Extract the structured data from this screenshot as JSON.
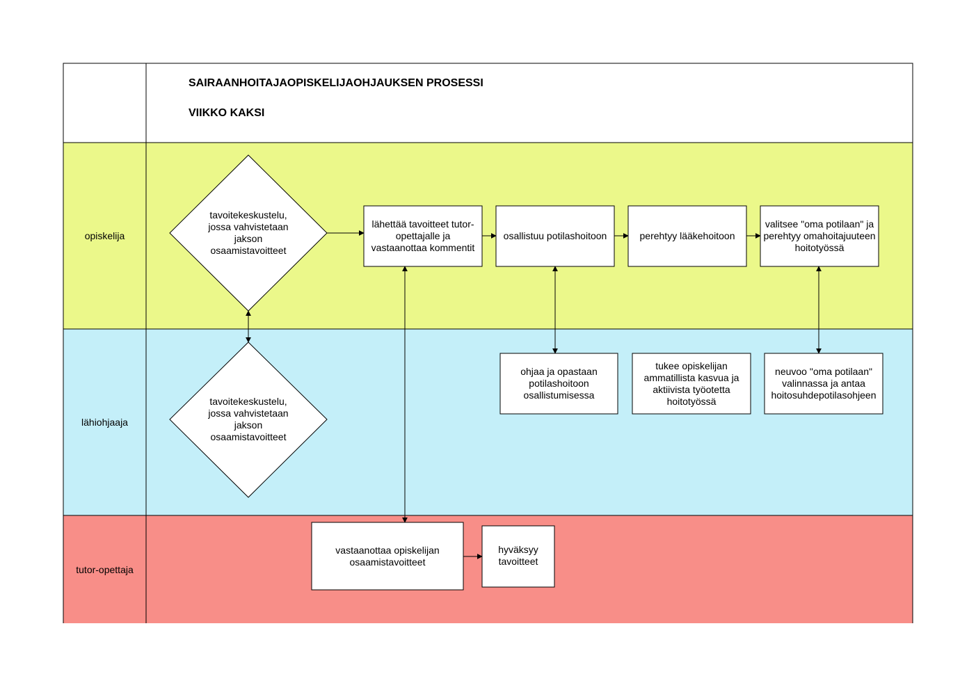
{
  "header": {
    "title": "SAIRAANHOITAJAOPISKELIJAOHJAUKSEN PROSESSI",
    "subtitle": "VIIKKO KAKSI"
  },
  "lanes": [
    {
      "id": "opiskelija",
      "label": "opiskelija",
      "color": "#ebf88a"
    },
    {
      "id": "lahiohjaaja",
      "label": "lähiohjaaja",
      "color": "#c4eff9"
    },
    {
      "id": "tutor",
      "label": "tutor-opettaja",
      "color": "#f88e88"
    }
  ],
  "nodes": {
    "diamond_student": "tavoitekeskustelu, jossa vahvistetaan jakson osaamistavoitteet",
    "send_goals": "lähettää tavoitteet tutor-opettajalle ja vastaanottaa kommentit",
    "patient_care": "osallistuu potilashoitoon",
    "medication": "perehtyy lääkehoitoon",
    "own_patient": "valitsee \"oma potilaan\" ja perehtyy omahoitajuuteen hoitotyössä",
    "diamond_supervisor": "tavoitekeskustelu, jossa vahvistetaan jakson osaamistavoitteet",
    "guide_patient_care": "ohjaa ja opastaan potilashoitoon osallistumisessa",
    "support_growth": "tukee opiskelijan ammatillista kasvua ja aktiivista työotetta hoitotyössä",
    "advise_own_patient": "neuvoo \"oma potilaan\" valinnassa ja antaa hoitosuhdepotilasohjeen",
    "receive_goals": "vastaanottaa opiskelijan osaamistavoitteet",
    "approve_goals": "hyväksyy tavoitteet"
  },
  "colors": {
    "border": "#000000",
    "node_fill": "#ffffff"
  }
}
